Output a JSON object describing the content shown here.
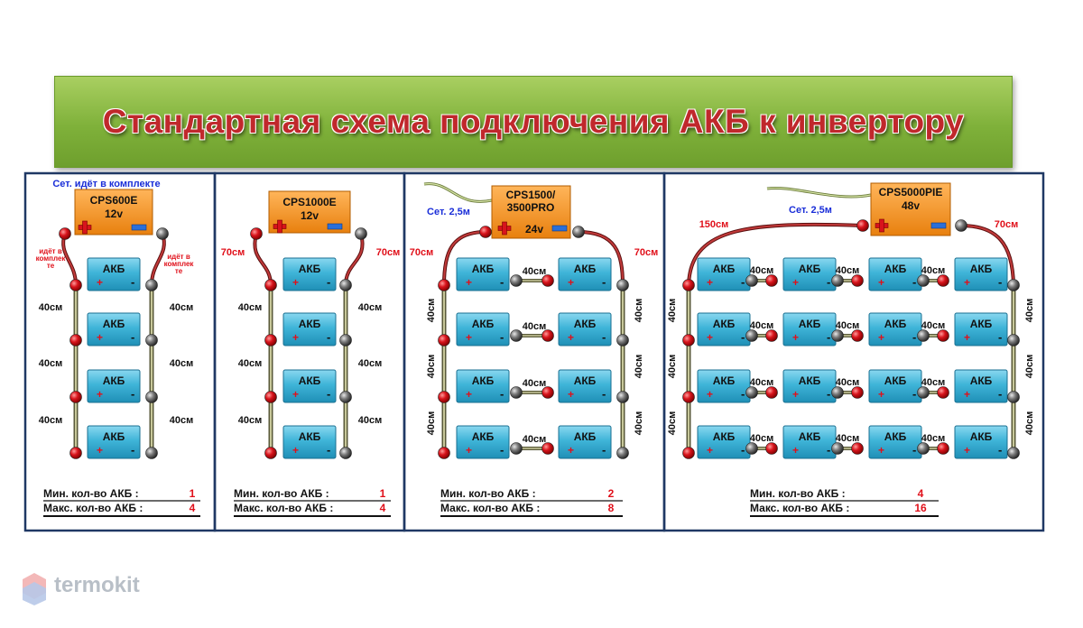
{
  "title": "Стандартная схема подключения АКБ к инвертору",
  "battery_label": "АКБ",
  "plus_sign": "+",
  "minus_sign": "-",
  "brand": "termokit",
  "panels": [
    {
      "inverter_model": "CPS600E",
      "inverter_voltage": "12v",
      "cable_note": "Сет. идёт в комплекте",
      "side_note_left": [
        "идёт в",
        "комплек",
        "те"
      ],
      "side_note_right": [
        "идёт в",
        "комплек",
        "те"
      ],
      "gap_label": "40см",
      "min_label": "Мин. кол-во АКБ :",
      "min_value": "1",
      "max_label": "Макс. кол-во АКБ :",
      "max_value": "4"
    },
    {
      "inverter_model": "CPS1000E",
      "inverter_voltage": "12v",
      "cable_left": "70см",
      "cable_right": "70см",
      "gap_label": "40см",
      "min_label": "Мин. кол-во АКБ :",
      "min_value": "1",
      "max_label": "Макс. кол-во АКБ :",
      "max_value": "4"
    },
    {
      "inverter_model_line1": "CPS1500/",
      "inverter_model_line2": "3500PRO",
      "inverter_voltage": "24v",
      "cable_note": "Сет. 2,5м",
      "cable_left": "70см",
      "cable_right": "70см",
      "gap_label": "40см",
      "min_label": "Мин. кол-во АКБ :",
      "min_value": "2",
      "max_label": "Макс. кол-во АКБ :",
      "max_value": "8"
    },
    {
      "inverter_model": "CPS5000PIE",
      "inverter_voltage": "48v",
      "cable_note": "Сет. 2,5м",
      "cable_left": "150см",
      "cable_right": "70см",
      "gap_label": "40см",
      "min_label": "Мин. кол-во АКБ :",
      "min_value": "4",
      "max_label": "Макс. кол-во АКБ :",
      "max_value": "16"
    }
  ],
  "colors": {
    "banner_green": "#8dbf45",
    "title_red": "#c0282c",
    "inverter_orange": "#f0901e",
    "battery_blue": "#3fb4d8",
    "frame_navy": "#1f3864",
    "label_red": "#e0101a",
    "note_blue": "#1a2ed8"
  }
}
